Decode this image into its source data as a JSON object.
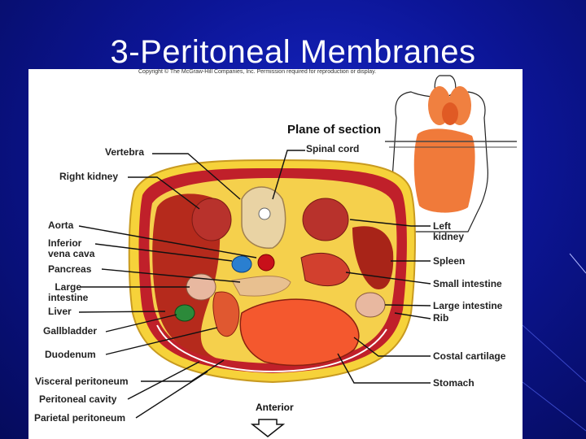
{
  "slide": {
    "title": "3-Peritoneal Membranes"
  },
  "figure": {
    "copyright": "Copyright © The McGraw-Hill Companies, Inc. Permission required for reproduction or display.",
    "plane_title": "Plane of section",
    "anterior": "Anterior",
    "labels_left": [
      {
        "id": "vertebra",
        "text": "Vertebra"
      },
      {
        "id": "right-kidney",
        "text": "Right kidney"
      },
      {
        "id": "aorta",
        "text": "Aorta"
      },
      {
        "id": "inferior-vena-cava",
        "text": "Inferior\nvena cava"
      },
      {
        "id": "pancreas",
        "text": "Pancreas"
      },
      {
        "id": "large-intestine-left",
        "text": "Large\nintestine"
      },
      {
        "id": "liver",
        "text": "Liver"
      },
      {
        "id": "gallbladder",
        "text": "Gallbladder"
      },
      {
        "id": "duodenum",
        "text": "Duodenum"
      },
      {
        "id": "visceral-peritoneum",
        "text": "Visceral peritoneum"
      },
      {
        "id": "peritoneal-cavity",
        "text": "Peritoneal cavity"
      },
      {
        "id": "parietal-peritoneum",
        "text": "Parietal peritoneum"
      }
    ],
    "labels_right": [
      {
        "id": "spinal-cord",
        "text": "Spinal cord"
      },
      {
        "id": "left-kidney",
        "text": "Left\nkidney"
      },
      {
        "id": "spleen",
        "text": "Spleen"
      },
      {
        "id": "small-intestine",
        "text": "Small intestine"
      },
      {
        "id": "large-intestine-right",
        "text": "Large intestine"
      },
      {
        "id": "rib",
        "text": "Rib"
      },
      {
        "id": "costal-cartilage",
        "text": "Costal cartilage"
      },
      {
        "id": "stomach",
        "text": "Stomach"
      }
    ],
    "colors": {
      "background_top": "#1626c8",
      "background_bottom": "#050b5c",
      "fat": "#f6d23a",
      "muscle": "#c0202a",
      "organ_red": "#d2402e",
      "stomach": "#f4582e",
      "liver": "#b52a1c",
      "bone": "#e9d3a4",
      "vein": "#2a7fd0",
      "gallbladder": "#2c8a3a"
    }
  }
}
